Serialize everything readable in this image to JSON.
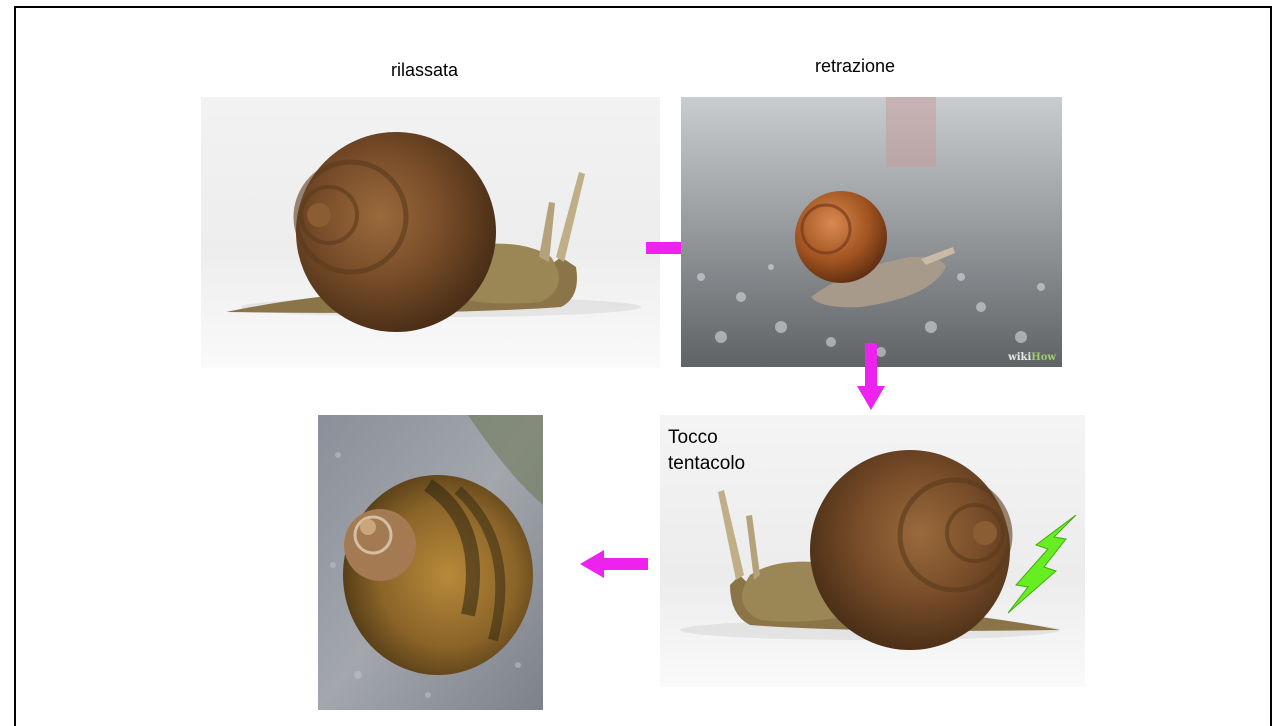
{
  "labels": {
    "relaxed": "rilassata",
    "retraction": "retrazione",
    "touch_line1": "Tocco",
    "touch_line2": "tentacolo"
  },
  "watermark": {
    "prefix": "wiki",
    "suffix": "How"
  },
  "colors": {
    "arrow": "#ee22ee",
    "lightning": "#66ee22",
    "frame": "#000000"
  },
  "icons": {
    "flow_arrows": [
      "arrow-right-icon",
      "arrow-down-icon",
      "arrow-left-icon"
    ],
    "stimulus": "lightning-bolt-icon"
  }
}
